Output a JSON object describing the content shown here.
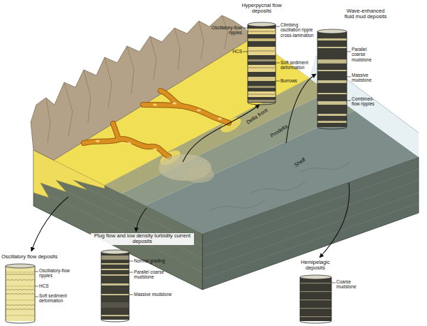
{
  "diagram": {
    "nodes": [
      {
        "text": [
          "Hyperpycnal flow deposits",
          "Oscillatory-flow ripples",
          "HCS",
          "Climbing oscillation ripple cross-lamination",
          "Soft sediment deformation",
          "Burrows"
        ]
      },
      {
        "text": [
          "Wave-enhanced fluid mud deposits",
          "Parallel coarse mudstone",
          "Massive mudstone",
          "Combined-flow ripples"
        ]
      },
      {
        "text": [
          "Oscillatory flow deposits",
          "Oscillatory-flow ripples",
          "HCS",
          "Soft sediment deformation"
        ]
      },
      {
        "text": [
          "Plug flow and low density turbidity current deposits",
          "Normal grading",
          "Parallel coarse mudstone",
          "Massive mudstone"
        ]
      },
      {
        "text": [
          "Hemipelagic deposits",
          "Coarse mudstone"
        ]
      }
    ],
    "labels": [
      "Delta front",
      "Prodelta",
      "Shelf"
    ]
  }
}
